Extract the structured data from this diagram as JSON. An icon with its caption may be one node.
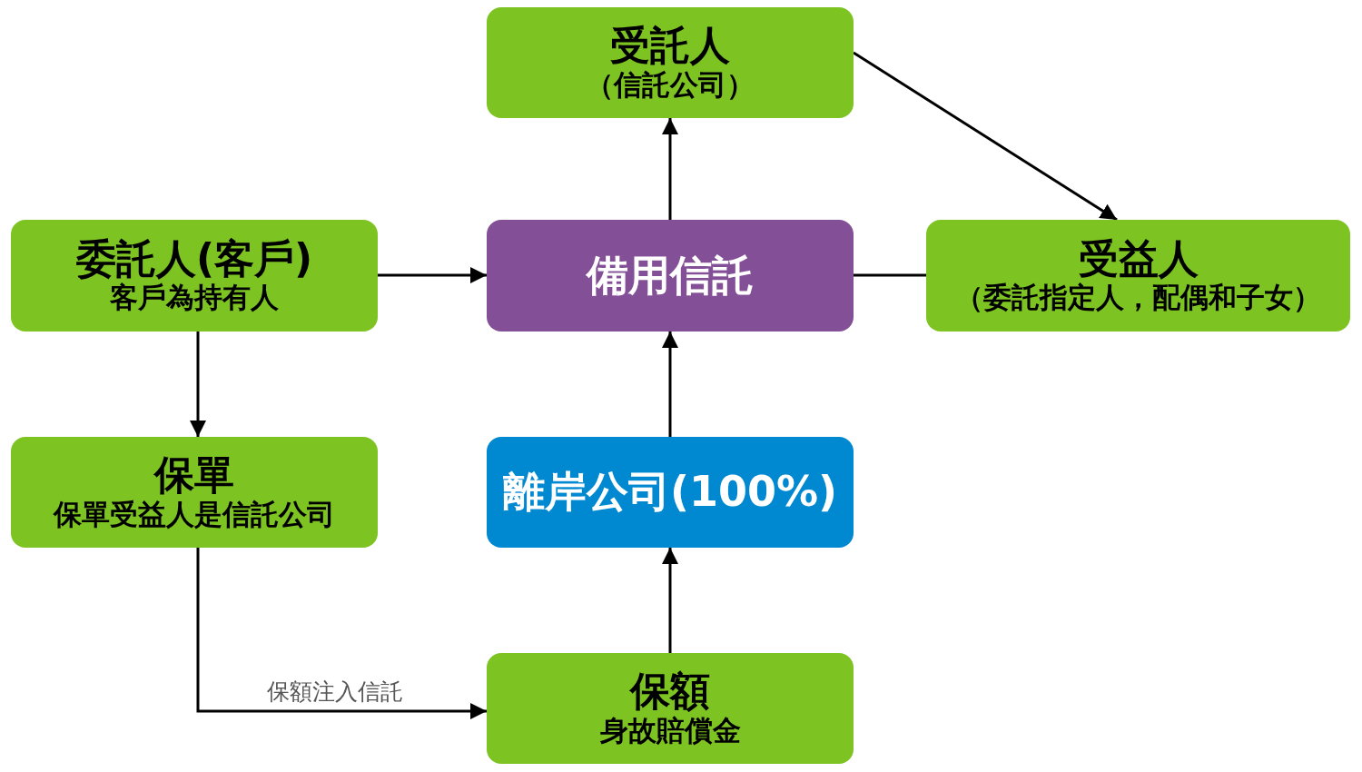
{
  "diagram": {
    "nodes": [
      {
        "text": [
          "受託人",
          "（信託公司）"
        ]
      },
      {
        "text": [
          "委託人(客戶)",
          "客戶為持有人"
        ]
      },
      {
        "text": [
          "備用信託"
        ]
      },
      {
        "text": [
          "受益人",
          "（委託指定人，配偶和子女）"
        ]
      },
      {
        "text": [
          "保單",
          "保單受益人是信託公司"
        ]
      },
      {
        "text": [
          "離岸公司(100%)"
        ]
      },
      {
        "text": [
          "保額",
          "身故賠償金"
        ]
      }
    ],
    "edges": [
      {
        "from": 2,
        "to": 0,
        "arrow": "to"
      },
      {
        "from": 0,
        "to": 3,
        "arrow": "to"
      },
      {
        "from": 1,
        "to": 2,
        "arrow": "to"
      },
      {
        "from": 2,
        "to": 3,
        "arrow": "none"
      },
      {
        "from": 1,
        "to": 4,
        "arrow": "to"
      },
      {
        "from": 4,
        "to": 6,
        "arrow": "to",
        "label": "保額注入信託"
      },
      {
        "from": 5,
        "to": 2,
        "arrow": "to"
      },
      {
        "from": 6,
        "to": 5,
        "arrow": "to"
      }
    ]
  }
}
